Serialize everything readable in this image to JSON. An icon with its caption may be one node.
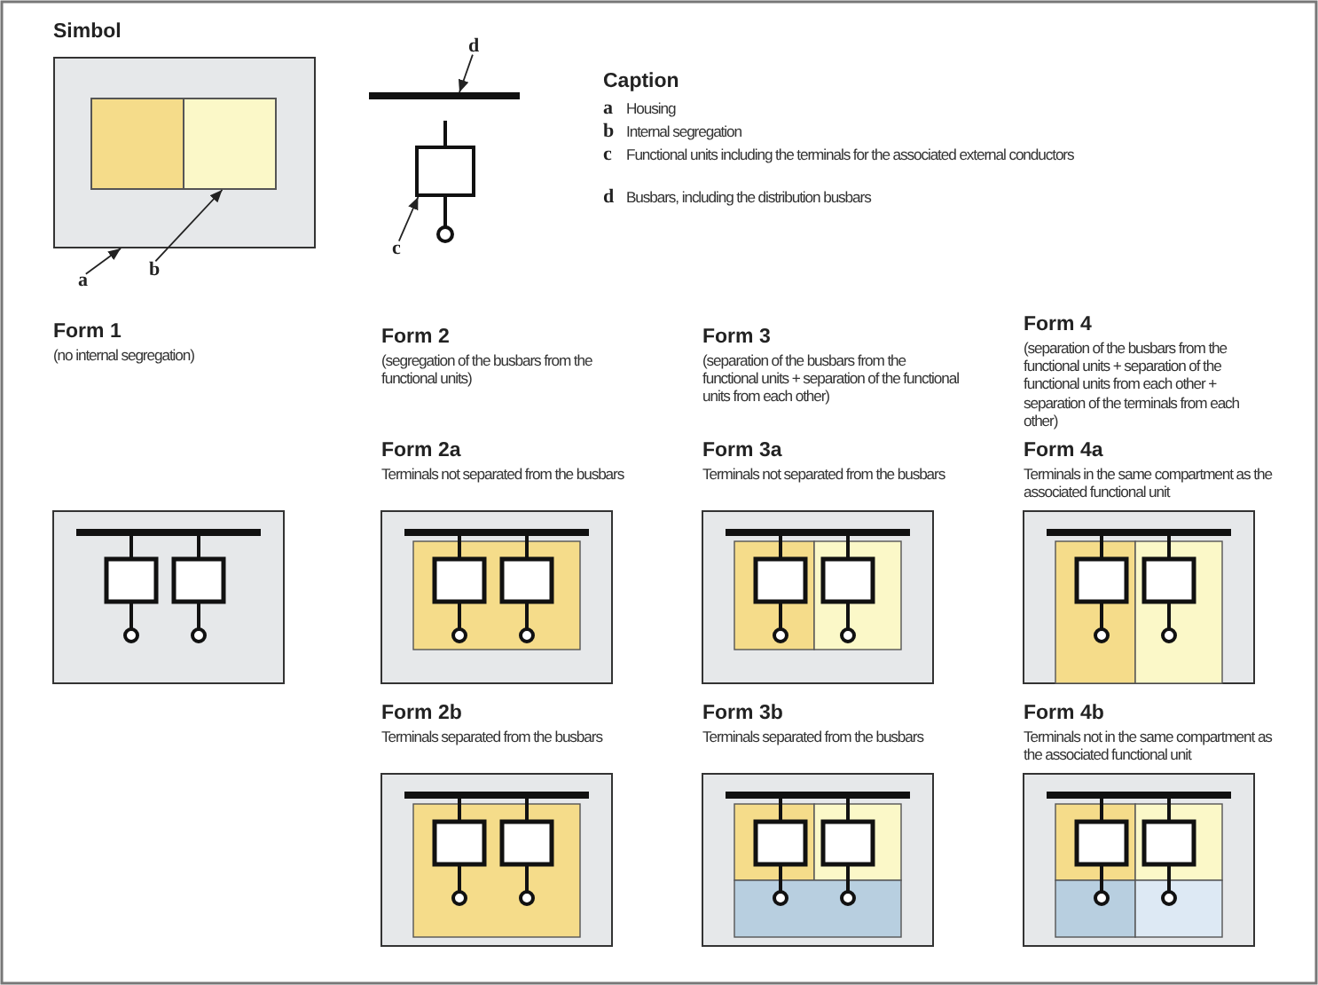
{
  "diagram": {
    "title": "Simbol",
    "nodes": [
      {
        "text": [
          "a"
        ]
      },
      {
        "text": [
          "b"
        ]
      },
      {
        "text": [
          "c"
        ]
      },
      {
        "text": [
          "d"
        ]
      },
      {
        "text": [],
        "shape": "box"
      },
      {
        "text": [],
        "shape": "box",
        "in": 4
      },
      {
        "text": [],
        "shape": "box"
      },
      {
        "text": [],
        "shape": "bar"
      }
    ],
    "edges": [
      {
        "from": 0,
        "to": 4,
        "arrow": "to"
      },
      {
        "from": 1,
        "to": 5,
        "arrow": "to"
      },
      {
        "from": 2,
        "to": 6,
        "arrow": "to"
      },
      {
        "from": 3,
        "to": 7,
        "arrow": "to"
      }
    ],
    "labels": [
      "Caption",
      "a",
      "Housing",
      "b",
      "Internal segregation",
      "c",
      "Functional units including the terminals for the associated external conductors",
      "d",
      "Busbars, including the distribution busbars",
      "Form 1",
      "(no internal segregation)",
      "Form 2",
      "(segregation of the busbars from the functional units)",
      "Form 3",
      "(separation of the busbars from the functional units + separation of the functional units from each other)",
      "Form 4",
      "(separation of the busbars from the functional units + separation of the functional units from each other + separation of the terminals from each other)",
      "Form 2a",
      "Terminals not separated from the busbars",
      "Form 3a",
      "Terminals not separated from the busbars",
      "Form 4a",
      "Terminals in the same compartment as the associated functional unit",
      "Form 2b",
      "Terminals separated from the busbars",
      "Form 3b",
      "Terminals separated from the busbars",
      "Form 4b",
      "Terminals not in the same compartment as the associated functional unit"
    ]
  }
}
